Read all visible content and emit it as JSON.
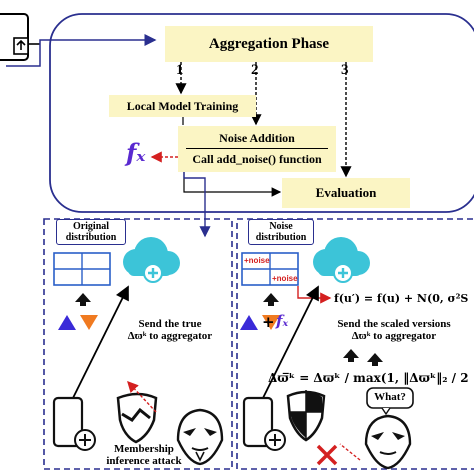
{
  "diagram": {
    "aggregation_phase": "Aggregation Phase",
    "steps": [
      "1",
      "2",
      "3"
    ],
    "local_model_training": "Local Model Training",
    "noise_addition_title": "Noise Addition",
    "noise_addition_call": "Call add_noise() function",
    "evaluation": "Evaluation",
    "fx_symbol": "fₓ",
    "left_panel": {
      "dist_label_line1": "Original",
      "dist_label_line2": "distribution",
      "send_line1": "Send the true",
      "send_line2": "Δϖᵏ to aggregator",
      "attack_line1": "Membership",
      "attack_line2": "inference attack"
    },
    "right_panel": {
      "dist_label_line1": "Noise",
      "dist_label_line2": "distribution",
      "noise_tag": "+noise",
      "formula_noise": "f(u′) = f(u) + N(0, σ²S",
      "send_line1": "Send the scaled versions",
      "send_line2": "Δϖᵏ to aggregator",
      "formula_clip": "Δϖ̅ᵏ = Δϖᵏ / max(1, ‖Δϖᵏ‖₂ / 2",
      "speech": "What?"
    },
    "colors": {
      "box_fill": "#fbf5c4",
      "outline": "#2a2f8f",
      "cloud": "#3cc4d8",
      "red": "#d42020",
      "purple": "#5a2ad0"
    }
  }
}
